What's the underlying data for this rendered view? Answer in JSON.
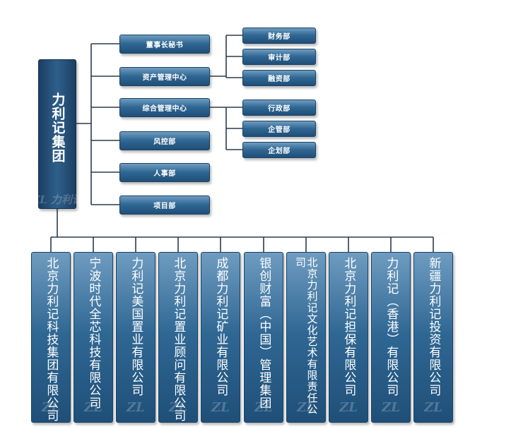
{
  "root": {
    "label": "力利记集团"
  },
  "level1": [
    {
      "label": "董事长秘书"
    },
    {
      "label": "资产管理中心"
    },
    {
      "label": "综合管理中心"
    },
    {
      "label": "风控部"
    },
    {
      "label": "人事部"
    },
    {
      "label": "项目部"
    }
  ],
  "asset_children": [
    {
      "label": "财务部"
    },
    {
      "label": "审计部"
    },
    {
      "label": "融资部"
    }
  ],
  "general_children": [
    {
      "label": "行政部"
    },
    {
      "label": "企管部"
    },
    {
      "label": "企划部"
    }
  ],
  "subsidiaries": [
    {
      "label": "北京力利记科技集团有限公司"
    },
    {
      "label": "宁波时代全芯科技有限公司"
    },
    {
      "label": "力利记美国置业有限公司"
    },
    {
      "label": "北京力利记置业顾问有限公司"
    },
    {
      "label": "成都力利记矿业有限公司"
    },
    {
      "label": "银创财富（中国）管理集团"
    },
    {
      "label": "北京力利记文化艺术有限责任公司"
    },
    {
      "label": "北京力利记担保有限公司"
    },
    {
      "label": "力利记（香港）有限公司"
    },
    {
      "label": "新疆力利记投资有限公司"
    }
  ],
  "watermark": "力利记",
  "colors": {
    "box_top": "#6f9cc0",
    "box_bottom": "#1f4f78",
    "line": "#2a3b4c",
    "text": "#ffffff"
  }
}
